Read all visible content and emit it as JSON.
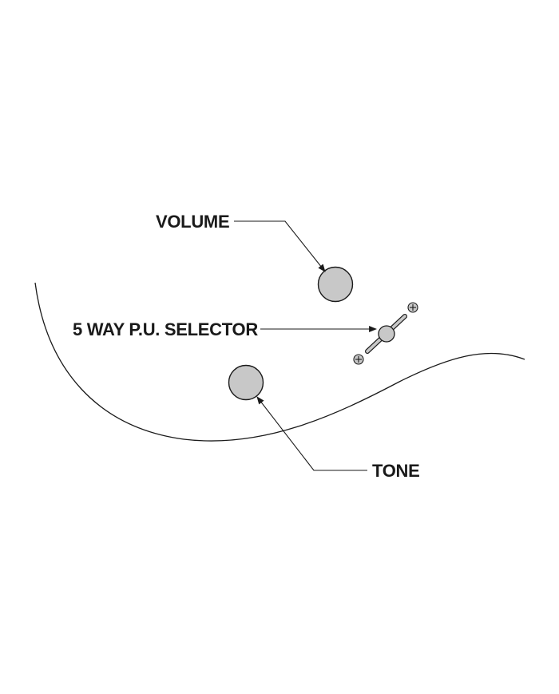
{
  "labels": {
    "volume": "VOLUME",
    "selector": "5 WAY P.U. SELECTOR",
    "tone": "TONE"
  },
  "colors": {
    "knob_fill": "#c8c8c8",
    "stroke": "#1a1a1a",
    "background": "#ffffff"
  }
}
